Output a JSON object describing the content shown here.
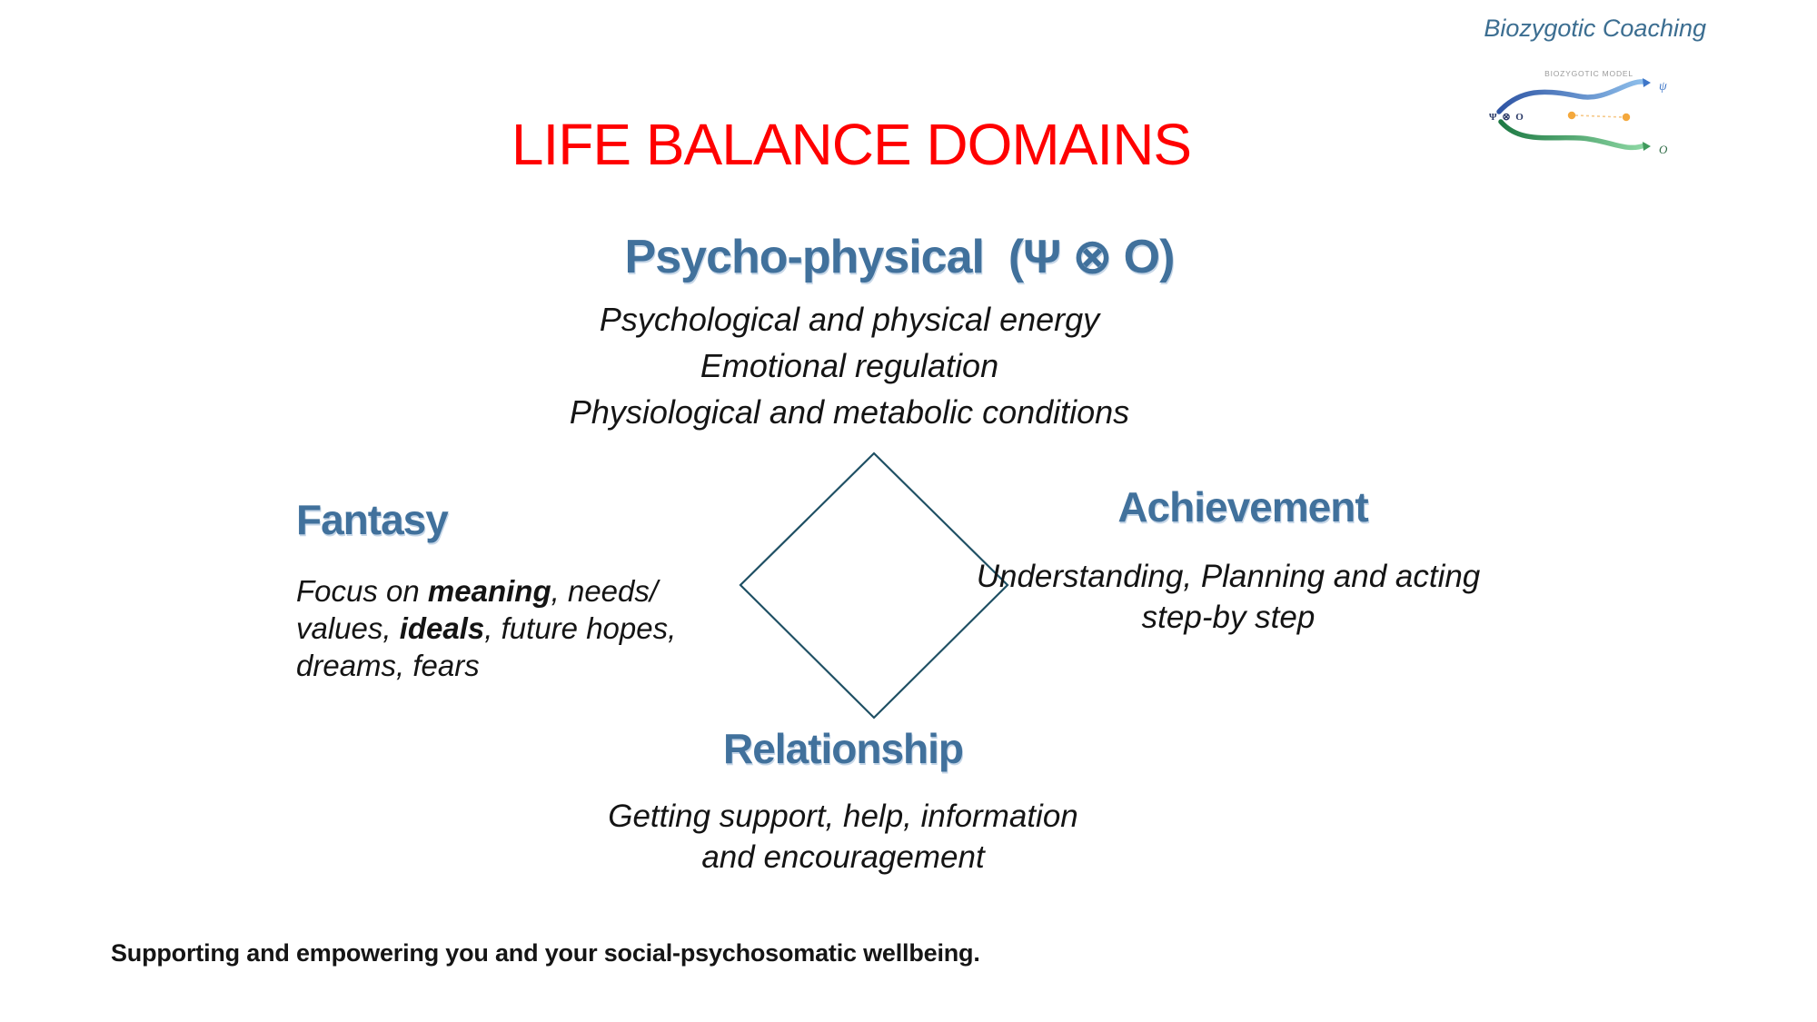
{
  "title": "LIFE BALANCE DOMAINS",
  "colors": {
    "title_red": "#FF0000",
    "accent_blue": "#41719C",
    "diamond_stroke": "#1F5064",
    "brand_blue": "#3C6E91",
    "logo_orange": "#F4A83C"
  },
  "brand": {
    "name": "Biozygotic Coaching",
    "model_label": "BIOZYGOTIC MODEL",
    "formula_left": "Ψ ⊗ O",
    "psi_label": "ψ",
    "o_label": "O"
  },
  "domains": {
    "psycho": {
      "title": "Psycho-physical  (Ψ ⊗ O)",
      "lines": [
        "Psychological and physical energy",
        "Emotional regulation",
        "Physiological and metabolic conditions"
      ]
    },
    "fantasy": {
      "title": "Fantasy",
      "rich_lines": [
        [
          {
            "t": "Focus on "
          },
          {
            "t": "meaning",
            "b": true
          },
          {
            "t": ", needs/"
          }
        ],
        [
          {
            "t": "values, "
          },
          {
            "t": "ideals",
            "b": true
          },
          {
            "t": ", future hopes,"
          }
        ],
        [
          {
            "t": "dreams, fears"
          }
        ]
      ]
    },
    "achievement": {
      "title": "Achievement",
      "lines": [
        "Understanding, Planning and acting",
        "step-by step"
      ]
    },
    "relationship": {
      "title": "Relationship",
      "lines": [
        "Getting support, help, information",
        "and encouragement"
      ]
    }
  },
  "footer": {
    "text": "Supporting and empowering you and your social-psychosomatic wellbeing."
  }
}
